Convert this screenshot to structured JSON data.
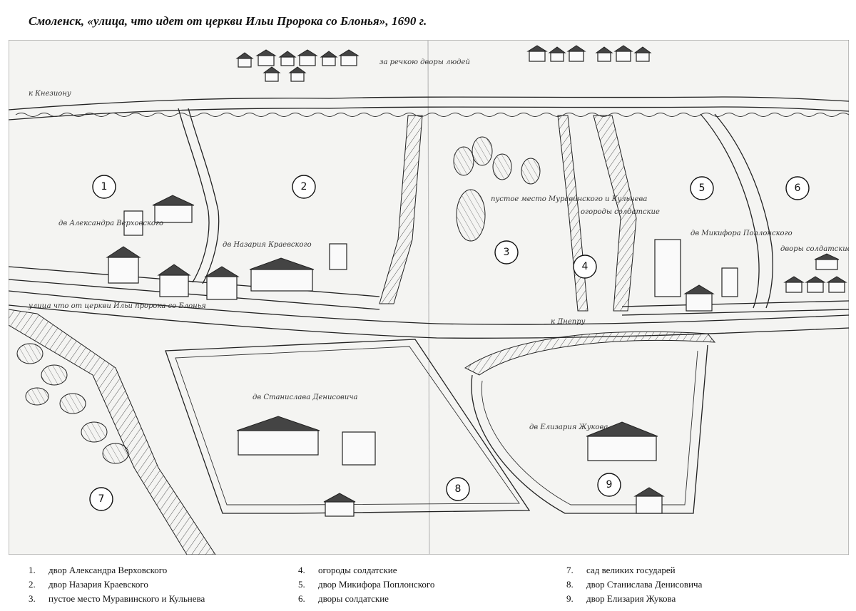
{
  "title": "Смоленск, «улица, что идет от церкви Ильи Пророка со Блонья», 1690 г.",
  "map": {
    "markers": [
      "1",
      "2",
      "3",
      "4",
      "5",
      "6",
      "7",
      "8",
      "9"
    ],
    "inscriptions": {
      "street_main": "улица что от церкви Ильи пророка со Блонья",
      "top_left": "к Кнезиону",
      "top_center": "за речкою дворы людей",
      "d1": "дв Александра Верховского",
      "d2": "дв Назария Краевского",
      "d3": "пустое место Муравинского и Кульнева",
      "d4": "огороды солдатские",
      "d5": "дв Микифора Поплонского",
      "d6": "дворы солдатские",
      "d8": "дв Станислава Денисовича",
      "d9": "дв Елизария Жукова",
      "lane": "к Днепру"
    }
  },
  "legend": {
    "col1": [
      {
        "num": "1.",
        "text": "двор Александра Верховского"
      },
      {
        "num": "2.",
        "text": "двор Назария Краевского"
      },
      {
        "num": "3.",
        "text": "пустое место Муравинского и Кульнева"
      }
    ],
    "col2": [
      {
        "num": "4.",
        "text": "огороды солдатские"
      },
      {
        "num": "5.",
        "text": "двор Микифора Поплонского"
      },
      {
        "num": "6.",
        "text": "дворы солдатские"
      }
    ],
    "col3": [
      {
        "num": "7.",
        "text": "сад великих государей"
      },
      {
        "num": "8.",
        "text": "двор Станислава Денисовича"
      },
      {
        "num": "9.",
        "text": "двор Елизария Жукова"
      }
    ]
  },
  "colors": {
    "ink": "#222222",
    "paper": "#f4f4f2",
    "background": "#ffffff"
  }
}
